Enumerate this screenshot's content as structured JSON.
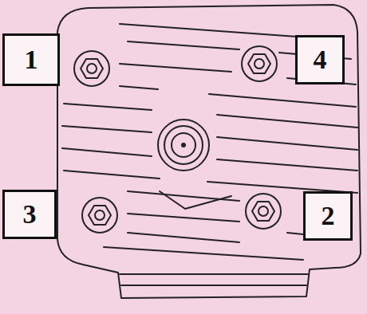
{
  "diagram": {
    "labels": [
      "1",
      "4",
      "3",
      "2"
    ]
  }
}
